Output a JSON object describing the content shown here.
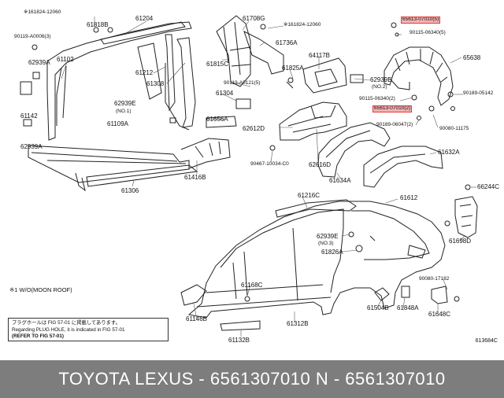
{
  "labels": {
    "p61824_12060_a": "※161824-12060",
    "p90119_a0006": "90119-A0006(3)",
    "p61818b": "61818B",
    "p61204": "61204",
    "p61708g": "61708G",
    "p61824_12060_b": "※161824-12060",
    "p62939a_a": "62939A",
    "p61102": "61102",
    "p61736a": "61736A",
    "p61815c": "61815C",
    "p64117b": "64117B",
    "p61212": "61212",
    "p61308": "61308",
    "p90119_a0121": "90119-A0121(5)",
    "p61825a": "61825A",
    "p62939e_no2": "62939E",
    "no2": "(NO.2)",
    "p61142": "61142",
    "p62939e_no1": "62939E",
    "no1": "(NO.1)",
    "p61304": "61304",
    "p61109a": "61109A",
    "p61656a": "61656A",
    "p62612d": "62612D",
    "p62939a_b": "62939A",
    "p90467_10034": "90467-10034-C0",
    "p62616d": "62616D",
    "p61634a": "61634A",
    "p61416b": "61416B",
    "p61306": "61306",
    "p65613_07010_a": "65613-07010(5)",
    "p90115_06340_5": "90115-06340(5)",
    "p65638": "65638",
    "p90115_06340_2": "90115-06340(2)",
    "p65613_07010_b": "65613-07010(2)",
    "p90189_05142": "90189-05142",
    "p90189_06047": "90189-06047(2)",
    "p90080_11175": "90080-11175",
    "p61632a": "61632A",
    "p66244c": "66244C",
    "p61216c": "61216C",
    "p61612": "61612",
    "p62939e_no3": "62939E",
    "no3": "(NO.3)",
    "p61826a": "61826A",
    "p61168c": "61168C",
    "p61698d": "61698D",
    "p90080_17182": "90080-17182",
    "p61146b": "61146B",
    "p61504b": "61504B",
    "p61848a": "61848A",
    "p61648c": "61648C",
    "p61312b": "61312B",
    "p61132b": "61132B"
  },
  "highlight_color": "#f3b2b2",
  "footnote": "※1 W/O(MOON ROOF)",
  "note": {
    "line1": "プラグホールは FIG 57-01 に掲載してあります。",
    "line2": "Regarding PLUG HOLE, it is indicated in FIG 57-01",
    "line3": "(REFER TO FIG 57-01)"
  },
  "figure_code": "613684C",
  "bottom_bar": {
    "text": "TOYOTA LEXUS - 6561307010     N - 6561307010",
    "color": "#7d7d7d"
  }
}
